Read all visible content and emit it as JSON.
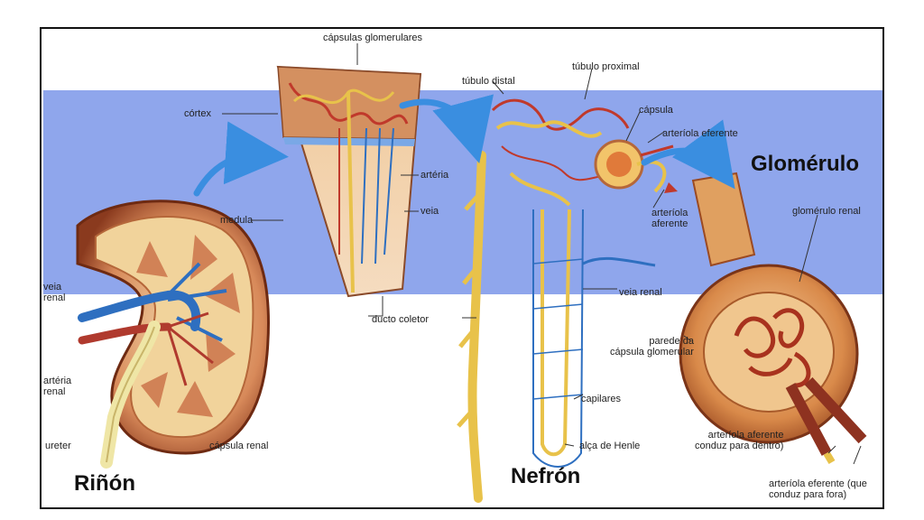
{
  "titles": {
    "kidney": "Riñón",
    "nephron": "Nefrón",
    "glomerulus": "Glomérulo"
  },
  "labels": {
    "capsulas_glomerulares": "cápsulas glomerulares",
    "cortex": "córtex",
    "medula": "medula",
    "arteria_section": "artéria",
    "veia_section": "veia",
    "ducto_coletor": "ducto coletor",
    "veia_renal_kidney": "veia\nrenal",
    "arteria_renal": "artéria\nrenal",
    "ureter": "ureter",
    "capsula_renal": "cápsula renal",
    "tubulo_distal": "túbulo distal",
    "tubulo_proximal": "túbulo proximal",
    "capsula": "cápsula",
    "arteriola_eferente": "arteríola eferente",
    "arteriola_aferente": "arteríola\naferente",
    "veia_renal_nephron": "veia renal",
    "capilares": "capilares",
    "alca_de_henle": "alça de Henle",
    "glomerulo_renal": "glomérulo renal",
    "parede_capsula": "parede da\ncápsula glomerular",
    "arteriola_aferente_conduz": "arteríola aferente\nconduz para dentro)",
    "arteriola_eferente_conduz": "arteríola eferente (que\nconduz para fora)"
  },
  "colors": {
    "band": "#8fa6ec",
    "artery": "#c0392b",
    "vein": "#2e6fc0",
    "tubule": "#f0d04a",
    "tissue": "#e8b48a",
    "arrow": "#3a8ee0"
  }
}
